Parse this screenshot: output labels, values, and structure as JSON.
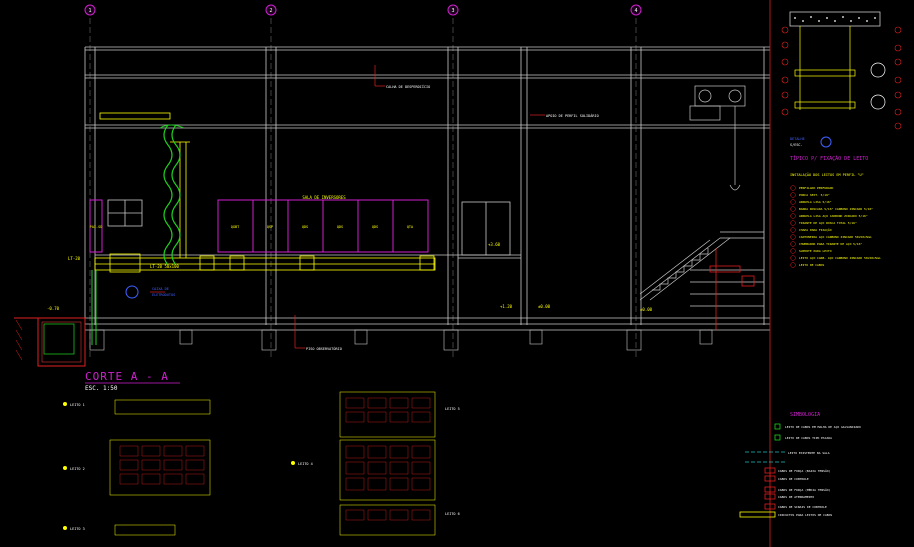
{
  "section": {
    "title": "CORTE  A - A",
    "scale": "ESC. 1:50"
  },
  "grid_bubbles": [
    "1",
    "2",
    "3",
    "4"
  ],
  "room_labels": {
    "electrical_room": "SALA DE INVERSORES",
    "panels": [
      "QGBT",
      "QSP",
      "QDS",
      "QDS",
      "QDS",
      "QTA"
    ],
    "left_panel": "PAI-SD"
  },
  "callouts": {
    "cable_tray": "CALHA DE DESPERDIÍCIO",
    "bracket": "APOIO DE PERFIL SOLIDÁRIO",
    "floor": "PISO OBSERVATÓRIO",
    "box": "CAIXA DE",
    "box_right": "ELETRODUTOS",
    "level_1": "+3.60",
    "level_2": "+1.20",
    "level_3": "±0.00",
    "level_4": "±0.00",
    "level_5": "-0.70",
    "conduit_left": "LT-20",
    "conduit_mid": "LT-20 50x100"
  },
  "detail": {
    "label": "DETALHE",
    "sublabel": "S/ESC.",
    "title": "TÍPICO P/ FIXAÇÃO DE LEITO",
    "subtitle": "INSTALAÇÃO DOS LEITOS EM PERFIL \"U\"",
    "notes": [
      "PERFILADO PERFURADO",
      "PORCA SEXT. 5/16\"",
      "ARRUELA LISA 5/16\"",
      "BARRA ROSCADA 5/16\" CARBONO ZINCADO 5/16\"",
      "ARRUELA LISA AÇO CARBONO ZINCADO 5/16\"",
      "TIRANTE DE AÇO ROSCA TOTAL 5/16\"",
      "CHAPA PARA FIXAÇÃO",
      "CANTONEIRA AÇO CARBONO ZINCADO 50x50x5mm",
      "CHUMBADOR PARA TIRANTE DE AÇO 5/16\"",
      "SUPORTE PARA LEITO",
      "LEITO AÇO CARB. AÇO CARBONO ZINCADO 50x50x5mm",
      "LEITO DE CABOS"
    ]
  },
  "legend": {
    "title": "SIMBOLOGIA",
    "items": [
      "LEITO DE CABOS EM MALHA DE AÇO GALVANIZADO",
      "LEITO DE CABOS TIPO ESCADA",
      "LEITO EXISTENTE NA SALA",
      "",
      "CABOS DE FORÇA (BAIXA TENSÃO)",
      "CABOS DE CONTROLE",
      "CABOS DE FORÇA (MÉDIA TENSÃO)",
      "CABOS DE ATERRAMENTO",
      "CABOS DE SINAIS DE CONTROLE",
      "CIRCUITOS PARA LEITOS DE CABOS"
    ]
  },
  "tray_tables": {
    "left_labels": [
      "LEITO 1",
      "LEITO 2",
      "LEITO 3"
    ],
    "right_labels": [
      "LEITO 4",
      "LEITO 5",
      "LEITO 6"
    ]
  }
}
